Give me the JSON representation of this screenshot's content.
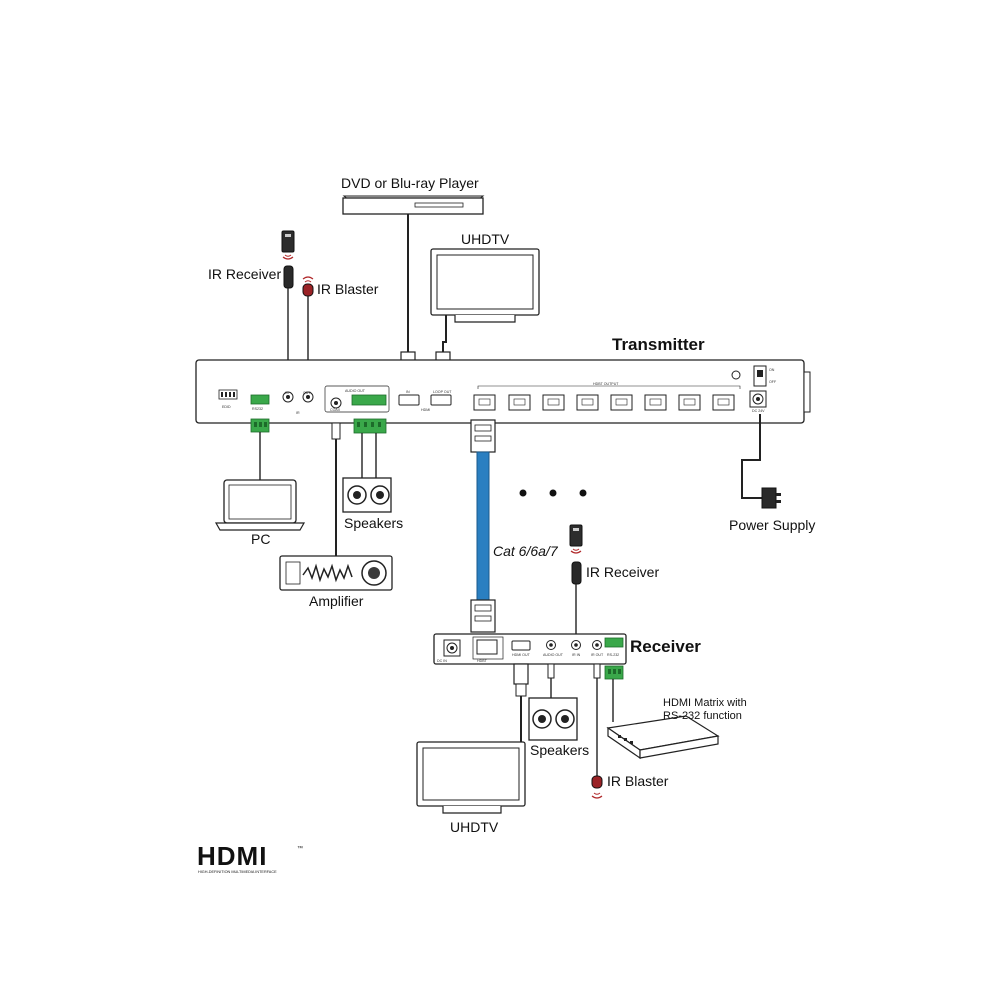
{
  "labels": {
    "dvd_player": "DVD or Blu-ray Player",
    "uhdtv_top": "UHDTV",
    "ir_receiver_tx": "IR Receiver",
    "ir_blaster_tx": "IR Blaster",
    "transmitter": "Transmitter",
    "power_supply": "Power Supply",
    "pc": "PC",
    "speakers_tx": "Speakers",
    "amplifier": "Amplifier",
    "cable_type": "Cat 6/6a/7",
    "ir_receiver_rx": "IR Receiver",
    "receiver": "Receiver",
    "hdmi_matrix_line1": "HDMI Matrix with",
    "hdmi_matrix_line2": "RS-232 function",
    "speakers_rx": "Speakers",
    "ir_blaster_rx": "IR Blaster",
    "uhdtv_bottom": "UHDTV"
  },
  "logo": {
    "text": "HDMI",
    "tm": "™",
    "tagline": "HIGH-DEFINITION MULTIMEDIA INTERFACE"
  },
  "panel_text": {
    "tx_ir_in": "IN",
    "tx_ir_out": "OUT",
    "tx_ir_group": "IR",
    "tx_audio_out": "AUDIO OUT",
    "tx_coax": "COAX",
    "tx_hdmi_in": "IN",
    "tx_hdmi": "HDMI",
    "tx_loop_out": "LOOP OUT",
    "tx_hdbt_output": "HDBT OUTPUT",
    "tx_on": "ON",
    "tx_off": "OFF",
    "tx_dc": "DC 24V",
    "tx_rs232": "RS232",
    "tx_edid": "EDID",
    "rx_hdmi_out": "HDMI OUT",
    "rx_audio_out": "AUDIO OUT",
    "rx_ir_in": "IR IN",
    "rx_ir_out": "IR OUT",
    "rx_rs232": "RS-232",
    "rx_hdbt": "HDBT",
    "rx_dc": "DC IN"
  },
  "colors": {
    "cable_blue": "#2a7fc1",
    "connector_green": "#3aa84a",
    "ir_red": "#b0282a",
    "device_outline": "#222222"
  }
}
